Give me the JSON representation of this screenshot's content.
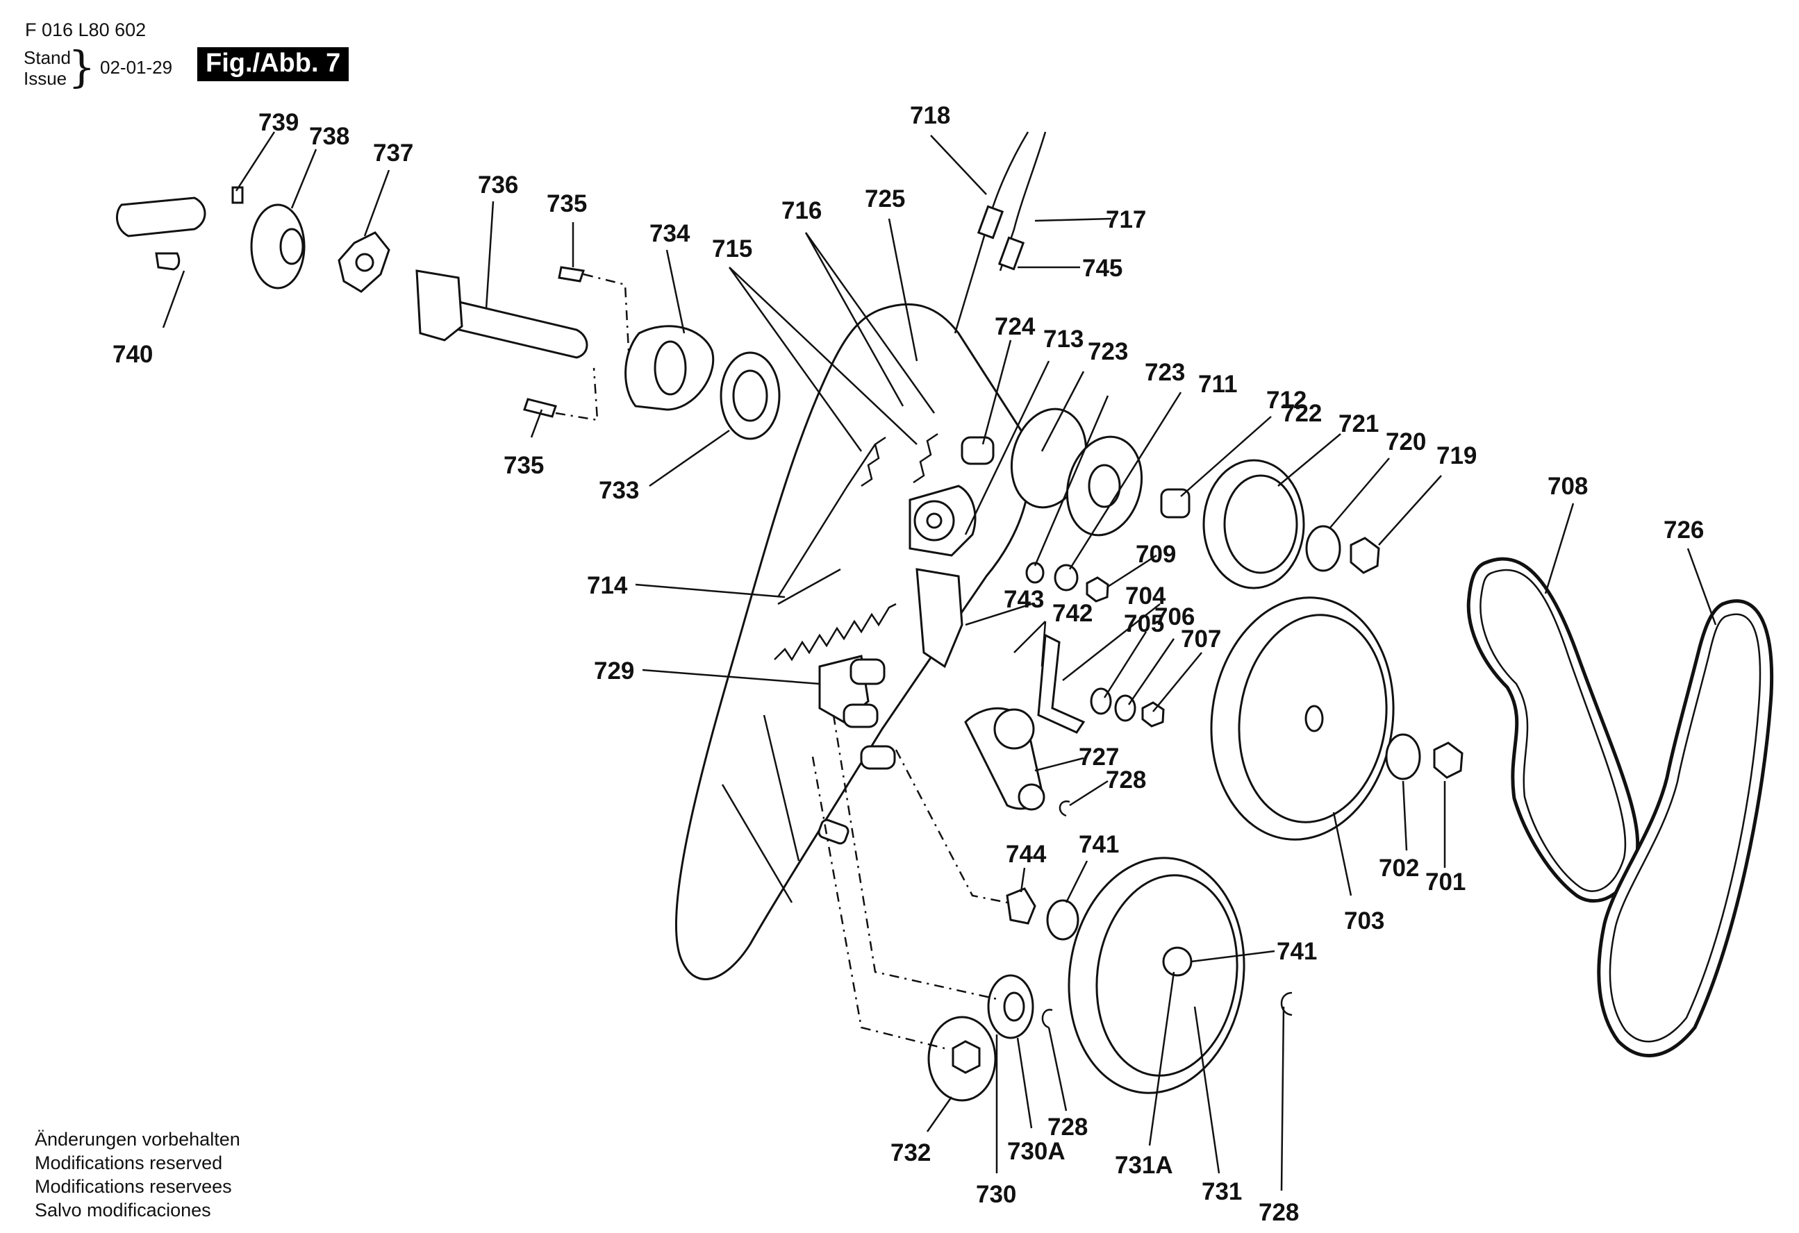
{
  "header": {
    "doc_number": "F 016 L80 602",
    "stand_label": "Stand",
    "issue_label": "Issue",
    "date": "02-01-29",
    "figure_label": "Fig./Abb. 7"
  },
  "footer": [
    "Änderungen vorbehalten",
    "Modifications reserved",
    "Modifications reservees",
    "Salvo modificaciones"
  ],
  "callouts": [
    "739",
    "738",
    "737",
    "736",
    "735",
    "734",
    "715",
    "716",
    "725",
    "718",
    "717",
    "745",
    "724",
    "713",
    "723",
    "723",
    "711",
    "712",
    "722",
    "721",
    "720",
    "719",
    "708",
    "726",
    "740",
    "735",
    "733",
    "714",
    "709",
    "743",
    "742",
    "704",
    "705",
    "706",
    "707",
    "729",
    "727",
    "728",
    "703",
    "702",
    "701",
    "744",
    "741",
    "741",
    "732",
    "730A",
    "728",
    "730",
    "731A",
    "731",
    "728"
  ]
}
